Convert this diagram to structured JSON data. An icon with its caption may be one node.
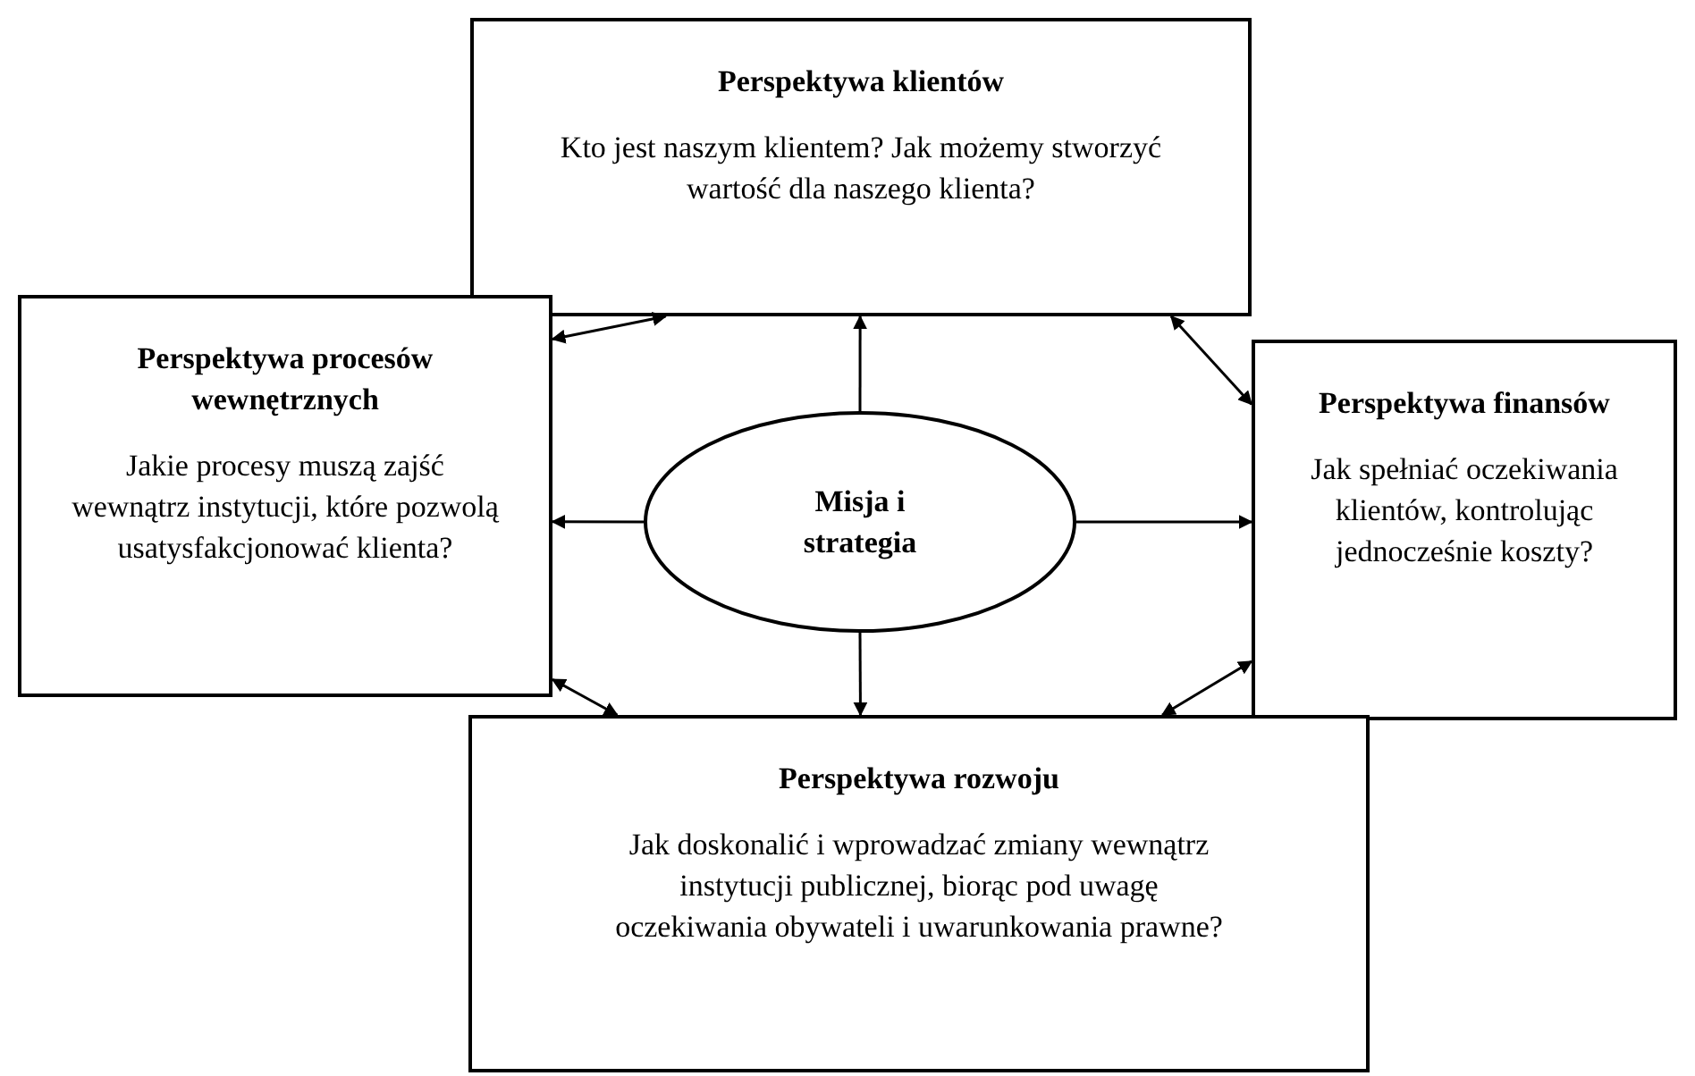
{
  "diagram": {
    "nodes": [
      {
        "text": [
          "Perspektywa klientów",
          "Kto jest naszym klientem? Jak możemy stworzyć wartość dla naszego klienta?"
        ]
      },
      {
        "text": [
          "Perspektywa procesów wewnętrznych",
          "Jakie procesy muszą zajść wewnątrz instytucji, które pozwolą usatysfakcjonować klienta?"
        ]
      },
      {
        "text": [
          "Misja i strategia"
        ]
      },
      {
        "text": [
          "Perspektywa finansów",
          "Jak spełniać oczekiwania klientów, kontrolując jednocześnie koszty?"
        ]
      },
      {
        "text": [
          "Perspektywa rozwoju",
          "Jak doskonalić i wprowadzać zmiany wewnątrz instytucji publicznej, biorąc pod uwagę oczekiwania obywateli i uwarunkowania prawne?"
        ]
      }
    ],
    "edges": [
      {
        "from": 2,
        "to": 0,
        "arrow": "to"
      },
      {
        "from": 2,
        "to": 1,
        "arrow": "to"
      },
      {
        "from": 2,
        "to": 3,
        "arrow": "to"
      },
      {
        "from": 2,
        "to": 4,
        "arrow": "to"
      },
      {
        "from": 1,
        "to": 0,
        "arrow": "both"
      },
      {
        "from": 0,
        "to": 3,
        "arrow": "both"
      },
      {
        "from": 1,
        "to": 4,
        "arrow": "both"
      },
      {
        "from": 3,
        "to": 4,
        "arrow": "both"
      }
    ]
  }
}
